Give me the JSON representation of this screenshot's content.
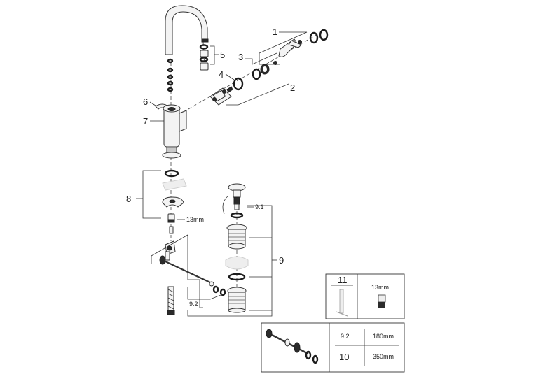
{
  "callouts": {
    "c1": "1",
    "c2": "2",
    "c3": "3",
    "c4": "4",
    "c5": "5",
    "c6": "6",
    "c7": "7",
    "c8": "8",
    "c9": "9",
    "c9_1": "9.1",
    "c9_2": "9.2",
    "size_13mm": "13mm"
  },
  "accessory_table": {
    "tool_number": "11",
    "tool_size": "13mm"
  },
  "hose_table": {
    "rows": [
      {
        "number": "9.2",
        "length": "180mm"
      },
      {
        "number": "10",
        "length": "350mm"
      }
    ]
  }
}
